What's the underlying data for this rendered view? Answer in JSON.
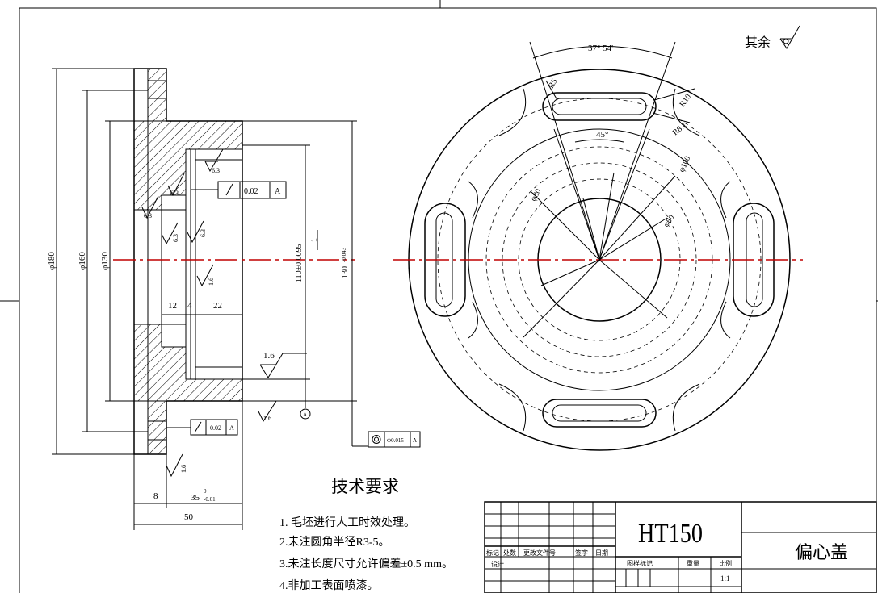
{
  "material": "HT150",
  "part_name": "偏心盖",
  "surface_note": "其余",
  "notes": {
    "title": "技术要求",
    "items": [
      "1. 毛坯进行人工时效处理。",
      "2.未注圆角半径R3-5。",
      "3.未注长度尺寸允许偏差±0.5 mm。",
      "4.非加工表面喷漆。"
    ]
  },
  "dims": {
    "d180": "φ180",
    "d160": "φ160",
    "d130": "φ130",
    "d110": "110±0.0095",
    "d130b": "130",
    "d130b_tol": "-0.043",
    "d12": "12",
    "d4": "4",
    "d22": "22",
    "d8": "8",
    "d35": "35",
    "d35_tol_up": "0",
    "d35_tol_dn": "-0.01",
    "d50": "50",
    "d1": "1",
    "angle": "37° 54'",
    "angle45": "45°",
    "r5": "R5",
    "r10": "R10",
    "r81": "R8.1",
    "phi100": "φ100",
    "phi60": "φ60",
    "phi80": "φ80"
  },
  "roughness": {
    "r1": "6.3",
    "r2": "6.3",
    "r3": "6.3",
    "r4": "6.3",
    "r5": "6.3",
    "r6": "1.6",
    "r7": "1.6",
    "r8": "1.6",
    "r9": "1.6"
  },
  "tolerances": {
    "runout1": "0.02",
    "runout1_datum": "A",
    "runout2": "0.02",
    "runout2_datum": "A",
    "coax": "Φ0.015",
    "coax_datum": "A",
    "datum": "A"
  },
  "title_block": {
    "c_mark": "标记",
    "c_count": "处数",
    "c_doc": "更改文件号",
    "c_sign": "签字",
    "c_date": "日期",
    "c_design": "设计",
    "c_stage": "图样标记",
    "c_weight": "重量",
    "c_scale": "比例",
    "scale": "1:1"
  },
  "colors": {
    "centerline": "#c00000",
    "ink": "#000000"
  }
}
